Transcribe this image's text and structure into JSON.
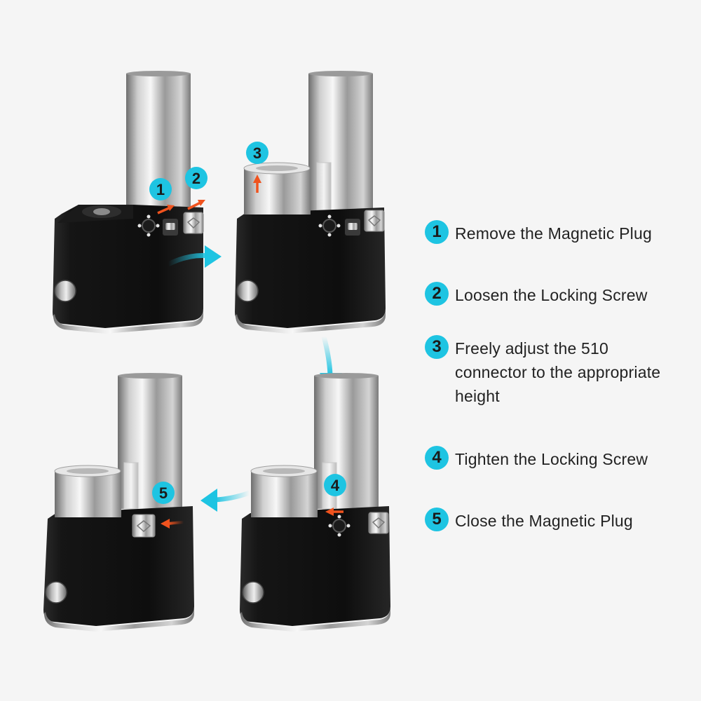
{
  "colors": {
    "accent": "#1ec4e2",
    "arrow_orange": "#f0531e",
    "body_black": "#141414",
    "metal": "#b9b9b9",
    "background": "#f5f5f5"
  },
  "steps": [
    {
      "number": "1",
      "label": "Remove the Magnetic Plug"
    },
    {
      "number": "2",
      "label": "Loosen the Locking Screw"
    },
    {
      "number": "3",
      "label": "Freely adjust the 510 connector to the appropriate height"
    },
    {
      "number": "4",
      "label": "Tighten the Locking Screw"
    },
    {
      "number": "5",
      "label": "Close the Magnetic Plug"
    }
  ],
  "panels": [
    {
      "id": "panel-1",
      "callouts": [
        "1",
        "2"
      ]
    },
    {
      "id": "panel-2",
      "callouts": [
        "3"
      ]
    },
    {
      "id": "panel-3",
      "callouts": [
        "4"
      ]
    },
    {
      "id": "panel-4",
      "callouts": [
        "5"
      ]
    }
  ]
}
